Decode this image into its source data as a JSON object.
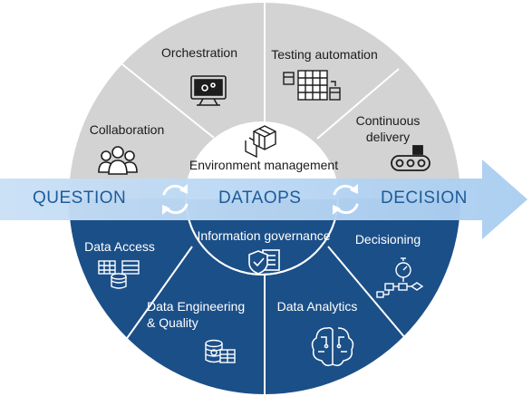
{
  "diagram": {
    "top_segments": [
      {
        "label": "Orchestration",
        "icon": "monitor-gear-icon"
      },
      {
        "label": "Testing automation",
        "icon": "spreadsheet-icon"
      },
      {
        "label": "Continuous delivery",
        "line1": "Continuous",
        "line2": "delivery",
        "icon": "conveyor-belt-icon"
      },
      {
        "label": "Collaboration",
        "icon": "people-group-icon"
      }
    ],
    "bottom_segments": [
      {
        "label": "Data Access",
        "icon": "database-tables-icon"
      },
      {
        "label": "Data Engineering & Quality",
        "line1": "Data Engineering",
        "line2": "& Quality",
        "icon": "database-gear-icon"
      },
      {
        "label": "Data Analytics",
        "icon": "brain-circuit-icon"
      },
      {
        "label": "Decisioning",
        "icon": "stopwatch-flow-icon"
      }
    ],
    "center": {
      "top_label": "Environment management",
      "bottom_label": "Information governance",
      "top_icon": "cubes-icon",
      "bottom_icon": "shield-document-icon"
    },
    "band": {
      "left": "QUESTION",
      "middle": "DATAOPS",
      "right": "DECISION",
      "cycle_icon": "refresh-cycle-icon"
    },
    "colors": {
      "top_half": "#d3d3d3",
      "bottom_half": "#1b4f88",
      "band": "#bcd7f2",
      "band_text": "#1e5b99",
      "divider": "#ffffff"
    }
  }
}
